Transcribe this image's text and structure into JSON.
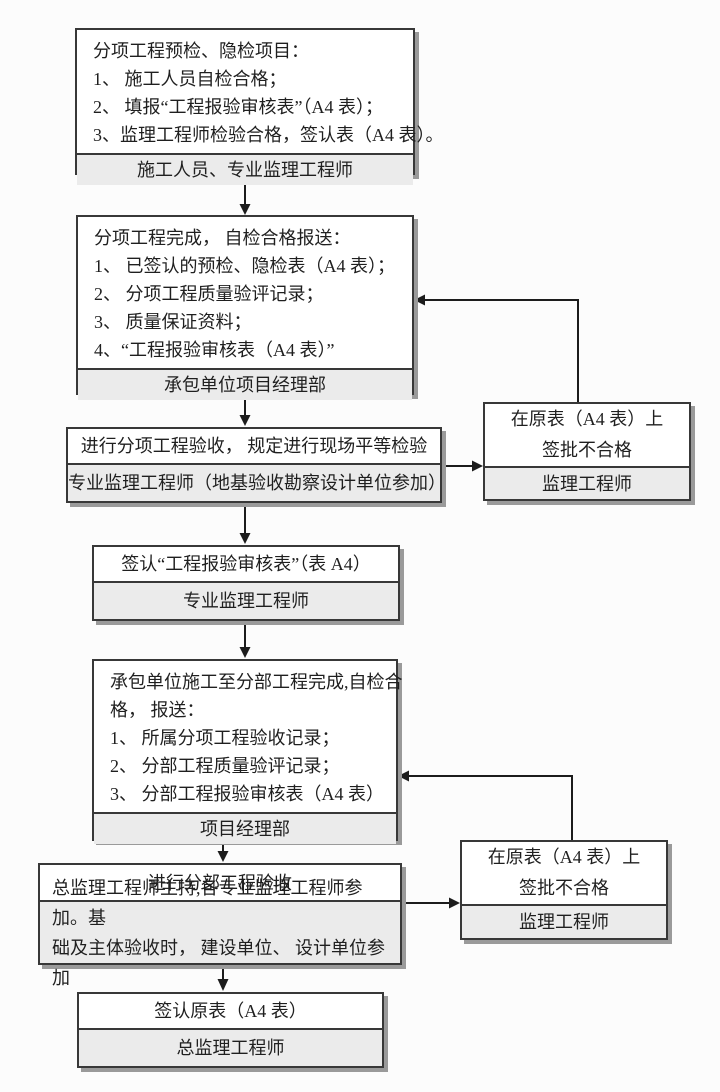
{
  "palette": {
    "page_bg": "#fcfcfc",
    "box_bg": "#ffffff",
    "footer_bg": "#ebebeb",
    "border": "#383838",
    "shadow": "#9a9a9a",
    "line": "#1c1c1c",
    "text": "#1f1f1f"
  },
  "nodes": {
    "n1": {
      "lines": [
        "分项工程预检、隐检项目：",
        "1、 施工人员自检合格；",
        "2、 填报“工程报验审核表”（A4 表）；",
        "3、监理工程师检验合格，签认表（A4 表）。"
      ],
      "footer": "施工人员、专业监理工程师"
    },
    "n2": {
      "lines": [
        "分项工程完成， 自检合格报送：",
        "1、 已签认的预检、隐检表（A4 表）；",
        "2、 分项工程质量验评记录；",
        "3、 质量保证资料；",
        "4、“工程报验审核表（A4 表）”"
      ],
      "footer": "承包单位项目经理部"
    },
    "n3": {
      "lines": [
        "进行分项工程验收， 规定进行现场平等检验"
      ],
      "footer": "专业监理工程师（地基验收勘察设计单位参加）"
    },
    "n4": {
      "lines": [
        "签认“工程报验审核表”（表 A4）"
      ],
      "footer": "专业监理工程师"
    },
    "n5": {
      "lines": [
        "承包单位施工至分部工程完成,自检合",
        "格， 报送：",
        "1、 所属分项工程验收记录；",
        "2、 分部工程质量验评记录；",
        "3、 分部工程报验审核表（A4 表）"
      ],
      "footer": "项目经理部"
    },
    "n6": {
      "lines": [
        "进行分部工程验收"
      ],
      "footer_lines": [
        "总监理工程师主持,各专业监理工程师参加。基",
        "础及主体验收时， 建设单位、 设计单位参加"
      ]
    },
    "n7": {
      "lines": [
        "签认原表（A4 表）"
      ],
      "footer": "总监理工程师"
    },
    "r1": {
      "lines": [
        "在原表（A4 表）上",
        "签批不合格"
      ],
      "footer": "监理工程师"
    },
    "r2": {
      "lines": [
        "在原表（A4 表）上",
        "签批不合格"
      ],
      "footer": "监理工程师"
    }
  }
}
